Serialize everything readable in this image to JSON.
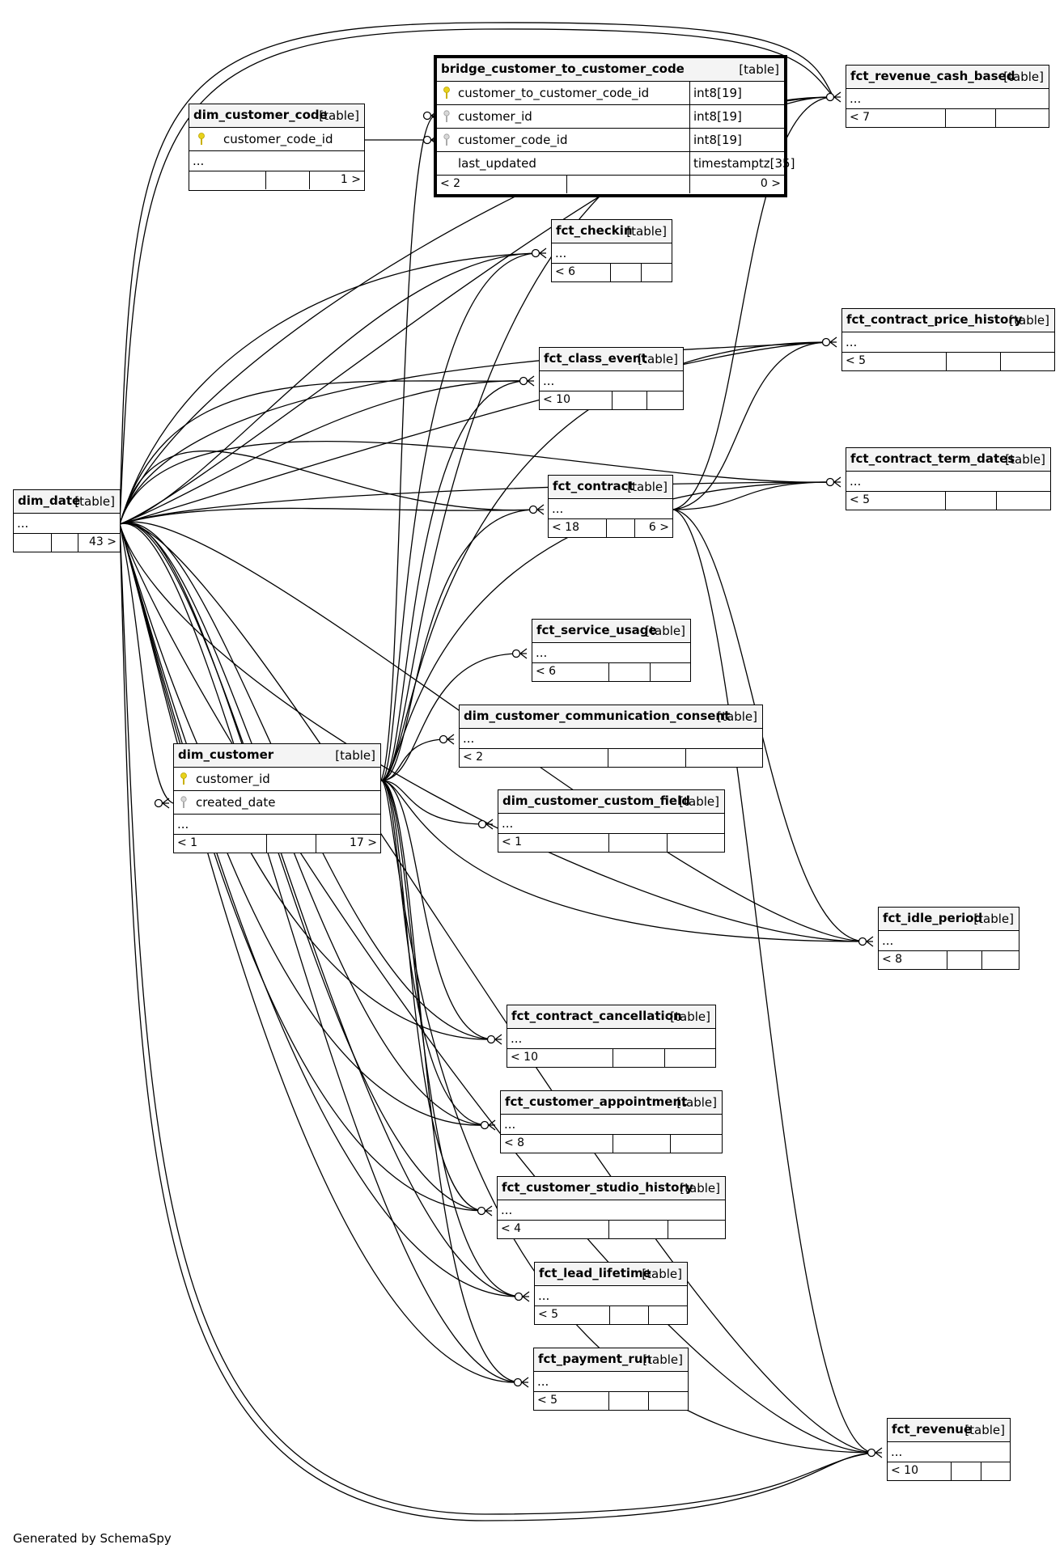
{
  "footer": "Generated by SchemaSpy",
  "tables": {
    "bridge": {
      "name": "bridge_customer_to_customer_code",
      "kind": "[table]",
      "columns": [
        {
          "name": "customer_to_customer_code_id",
          "type": "int8[19]",
          "key": "primary"
        },
        {
          "name": "customer_id",
          "type": "int8[19]",
          "key": "foreign"
        },
        {
          "name": "customer_code_id",
          "type": "int8[19]",
          "key": "foreign"
        },
        {
          "name": "last_updated",
          "type": "timestamptz[35]",
          "key": "none"
        }
      ],
      "parents": "< 2",
      "children": "0 >"
    },
    "dim_customer_code": {
      "name": "dim_customer_code",
      "kind": "[table]",
      "columns": [
        {
          "name": "customer_code_id",
          "key": "primary"
        }
      ],
      "ellipsis": "...",
      "parents": "",
      "children": "1 >"
    },
    "fct_revenue_cash_based": {
      "name": "fct_revenue_cash_based",
      "kind": "[table]",
      "ellipsis": "...",
      "parents": "< 7",
      "children": ""
    },
    "fct_checkin": {
      "name": "fct_checkin",
      "kind": "[table]",
      "ellipsis": "...",
      "parents": "< 6",
      "children": ""
    },
    "fct_contract_price_history": {
      "name": "fct_contract_price_history",
      "kind": "[table]",
      "ellipsis": "...",
      "parents": "< 5",
      "children": ""
    },
    "fct_class_event": {
      "name": "fct_class_event",
      "kind": "[table]",
      "ellipsis": "...",
      "parents": "< 10",
      "children": ""
    },
    "fct_contract_term_dates": {
      "name": "fct_contract_term_dates",
      "kind": "[table]",
      "ellipsis": "...",
      "parents": "< 5",
      "children": ""
    },
    "dim_date": {
      "name": "dim_date",
      "kind": "[table]",
      "ellipsis": "...",
      "parents": "",
      "children": "43 >"
    },
    "fct_contract": {
      "name": "fct_contract",
      "kind": "[table]",
      "ellipsis": "...",
      "parents": "< 18",
      "children": "6 >"
    },
    "fct_service_usage": {
      "name": "fct_service_usage",
      "kind": "[table]",
      "ellipsis": "...",
      "parents": "< 6",
      "children": ""
    },
    "dim_customer_communication_consent": {
      "name": "dim_customer_communication_consent",
      "kind": "[table]",
      "ellipsis": "...",
      "parents": "< 2",
      "children": ""
    },
    "dim_customer": {
      "name": "dim_customer",
      "kind": "[table]",
      "columns": [
        {
          "name": "customer_id",
          "key": "primary"
        },
        {
          "name": "created_date",
          "key": "foreign"
        }
      ],
      "ellipsis": "...",
      "parents": "< 1",
      "children": "17 >"
    },
    "dim_customer_custom_field": {
      "name": "dim_customer_custom_field",
      "kind": "[table]",
      "ellipsis": "...",
      "parents": "< 1",
      "children": ""
    },
    "fct_idle_period": {
      "name": "fct_idle_period",
      "kind": "[table]",
      "ellipsis": "...",
      "parents": "< 8",
      "children": ""
    },
    "fct_contract_cancellation": {
      "name": "fct_contract_cancellation",
      "kind": "[table]",
      "ellipsis": "...",
      "parents": "< 10",
      "children": ""
    },
    "fct_customer_appointment": {
      "name": "fct_customer_appointment",
      "kind": "[table]",
      "ellipsis": "...",
      "parents": "< 8",
      "children": ""
    },
    "fct_customer_studio_history": {
      "name": "fct_customer_studio_history",
      "kind": "[table]",
      "ellipsis": "...",
      "parents": "< 4",
      "children": ""
    },
    "fct_lead_lifetime": {
      "name": "fct_lead_lifetime",
      "kind": "[table]",
      "ellipsis": "...",
      "parents": "< 5",
      "children": ""
    },
    "fct_payment_run": {
      "name": "fct_payment_run",
      "kind": "[table]",
      "ellipsis": "...",
      "parents": "< 5",
      "children": ""
    },
    "fct_revenue": {
      "name": "fct_revenue",
      "kind": "[table]",
      "ellipsis": "...",
      "parents": "< 10",
      "children": ""
    }
  }
}
